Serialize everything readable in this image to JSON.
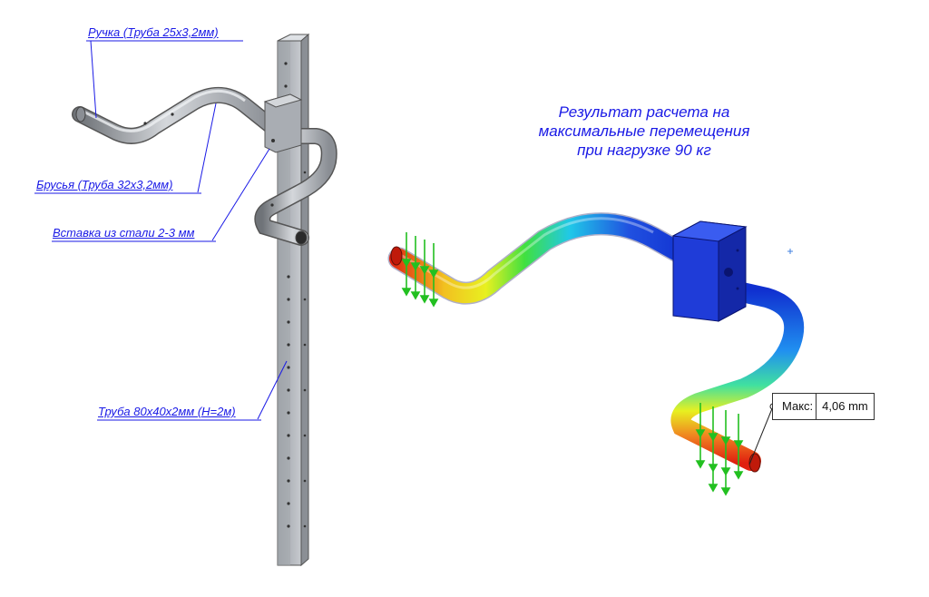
{
  "callouts": {
    "handle": "Ручка (Труба 25х3,2мм)",
    "bars": "Брусья (Труба 32х3,2мм)",
    "insert": "Вставка из стали 2-3 мм",
    "post": "Труба 80х40х2мм (Н=2м)"
  },
  "title": {
    "line1": "Результат расчета на",
    "line2": "максимальные перемещения",
    "line3": "при нагрузке 90 кг"
  },
  "probe": {
    "label": "Макс:",
    "value": "4,06 mm"
  },
  "colors": {
    "text": "#1a1ae6",
    "steel": "#b8bcc2",
    "result_max": "#e02010",
    "result_min": "#1030d0",
    "load_arrows": "#22c020"
  }
}
